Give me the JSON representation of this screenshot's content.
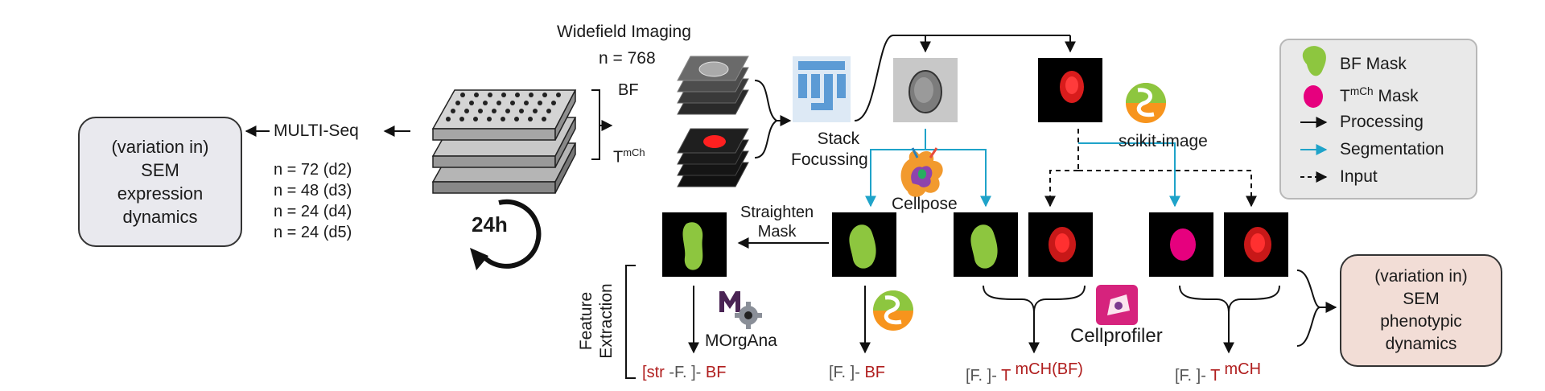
{
  "left_box": {
    "lines": [
      "(variation in)",
      "SEM",
      "expression",
      "dynamics"
    ]
  },
  "right_box": {
    "lines": [
      "(variation in)",
      "SEM",
      "phenotypic",
      "dynamics"
    ]
  },
  "multiseq": {
    "label": "MULTI-Seq",
    "counts": [
      "n = 72 (d2)",
      "n = 48 (d3)",
      "n = 24 (d4)",
      "n = 24 (d5)"
    ]
  },
  "cycle": {
    "label": "24h"
  },
  "imaging": {
    "title": "Widefield Imaging",
    "count": "n = 768",
    "bf": "BF",
    "tmch_base": "T",
    "tmch_sup": "mCh"
  },
  "tools": {
    "stack_focussing": [
      "Stack",
      "Focussing"
    ],
    "cellpose": "Cellpose",
    "scikit": "scikit-image",
    "cellprofiler": "Cellprofiler",
    "morgana": "MOrgAna"
  },
  "straighten": [
    "Straighten",
    "Mask"
  ],
  "feature_extraction": [
    "Feature",
    "Extraction"
  ],
  "outputs": {
    "o1": {
      "open": "[",
      "str": "str",
      "mid": " -F. ]- ",
      "tail": "BF"
    },
    "o2": {
      "head": "[F.  ]- ",
      "tail": "BF"
    },
    "o3": {
      "head": "[F.  ]- T ",
      "sup": "mCH(BF)"
    },
    "o4": {
      "head": "[F.  ]- T ",
      "sup": "mCH"
    }
  },
  "legend": {
    "items": [
      {
        "label": "BF Mask",
        "color": "#8dc63f"
      },
      {
        "label": "Mask",
        "base": "T",
        "sup": "mCh",
        "color": "#e6007e"
      },
      {
        "label": "Processing",
        "color": "#111111"
      },
      {
        "label": "Segmentation",
        "color": "#1fa3c9"
      },
      {
        "label": "Input",
        "color": "#111111"
      }
    ]
  },
  "colors": {
    "bf_mask": "#8dc63f",
    "tmch_mask": "#e6007e",
    "segmentation": "#1fa3c9",
    "output_red": "#b01e1e"
  }
}
